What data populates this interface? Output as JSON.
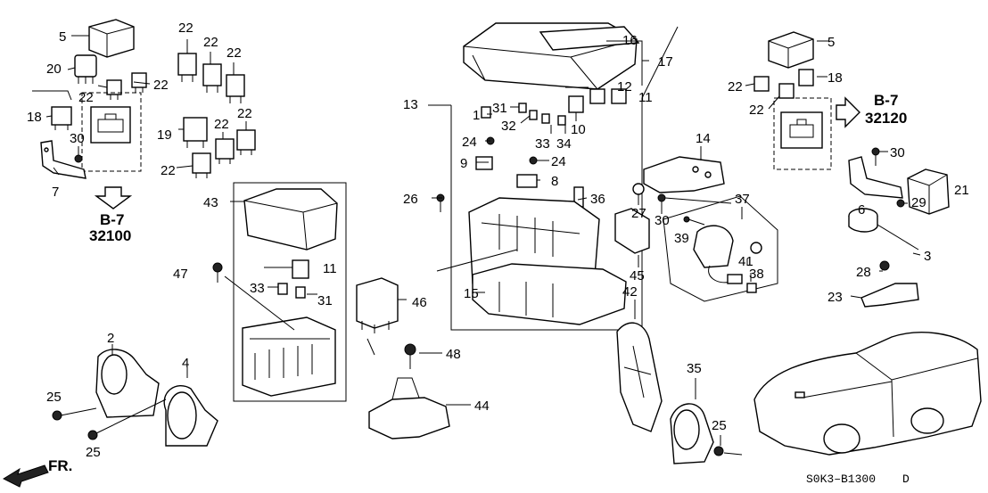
{
  "callouts": [
    {
      "id": "c5a",
      "text": "5"
    },
    {
      "id": "c20",
      "text": "20"
    },
    {
      "id": "c22a",
      "text": "22"
    },
    {
      "id": "c22b",
      "text": "22"
    },
    {
      "id": "c22c",
      "text": "22"
    },
    {
      "id": "c22d",
      "text": "22"
    },
    {
      "id": "c22e",
      "text": "22"
    },
    {
      "id": "c18a",
      "text": "18"
    },
    {
      "id": "c30a",
      "text": "30"
    },
    {
      "id": "c7",
      "text": "7"
    },
    {
      "id": "c19",
      "text": "19"
    },
    {
      "id": "c22f",
      "text": "22"
    },
    {
      "id": "c22g",
      "text": "22"
    },
    {
      "id": "c22h",
      "text": "22"
    },
    {
      "id": "c43",
      "text": "43"
    },
    {
      "id": "c11a",
      "text": "11"
    },
    {
      "id": "c47",
      "text": "47"
    },
    {
      "id": "c33a",
      "text": "33"
    },
    {
      "id": "c31a",
      "text": "31"
    },
    {
      "id": "c46",
      "text": "46"
    },
    {
      "id": "c2",
      "text": "2"
    },
    {
      "id": "c4",
      "text": "4"
    },
    {
      "id": "c25a",
      "text": "25"
    },
    {
      "id": "c25b",
      "text": "25"
    },
    {
      "id": "c48",
      "text": "48"
    },
    {
      "id": "c44",
      "text": "44"
    },
    {
      "id": "c13",
      "text": "13"
    },
    {
      "id": "c16",
      "text": "16"
    },
    {
      "id": "c17",
      "text": "17"
    },
    {
      "id": "c12",
      "text": "12"
    },
    {
      "id": "c11b",
      "text": "11"
    },
    {
      "id": "c1",
      "text": "1"
    },
    {
      "id": "c31b",
      "text": "31"
    },
    {
      "id": "c32",
      "text": "32"
    },
    {
      "id": "c10",
      "text": "10"
    },
    {
      "id": "c33b",
      "text": "33"
    },
    {
      "id": "c34",
      "text": "34"
    },
    {
      "id": "c24a",
      "text": "24"
    },
    {
      "id": "c24b",
      "text": "24"
    },
    {
      "id": "c9",
      "text": "9"
    },
    {
      "id": "c8",
      "text": "8"
    },
    {
      "id": "c26",
      "text": "26"
    },
    {
      "id": "c36",
      "text": "36"
    },
    {
      "id": "c15",
      "text": "15"
    },
    {
      "id": "c14",
      "text": "14"
    },
    {
      "id": "c27",
      "text": "27"
    },
    {
      "id": "c30b",
      "text": "30"
    },
    {
      "id": "c37",
      "text": "37"
    },
    {
      "id": "c39",
      "text": "39"
    },
    {
      "id": "c41",
      "text": "41"
    },
    {
      "id": "c38",
      "text": "38"
    },
    {
      "id": "c42",
      "text": "42"
    },
    {
      "id": "c45",
      "text": "45"
    },
    {
      "id": "c35",
      "text": "35"
    },
    {
      "id": "c25c",
      "text": "25"
    },
    {
      "id": "c5b",
      "text": "5"
    },
    {
      "id": "c22i",
      "text": "22"
    },
    {
      "id": "c18b",
      "text": "18"
    },
    {
      "id": "c22j",
      "text": "22"
    },
    {
      "id": "c30c",
      "text": "30"
    },
    {
      "id": "c21",
      "text": "21"
    },
    {
      "id": "c6",
      "text": "6"
    },
    {
      "id": "c29",
      "text": "29"
    },
    {
      "id": "c3",
      "text": "3"
    },
    {
      "id": "c28",
      "text": "28"
    },
    {
      "id": "c23",
      "text": "23"
    }
  ],
  "references": {
    "left": {
      "section": "B-7",
      "number": "32100"
    },
    "right": {
      "section": "B-7",
      "number": "32120"
    }
  },
  "direction_label": "FR.",
  "diagram_code": "S0K3–B1300",
  "diagram_suffix": "D"
}
